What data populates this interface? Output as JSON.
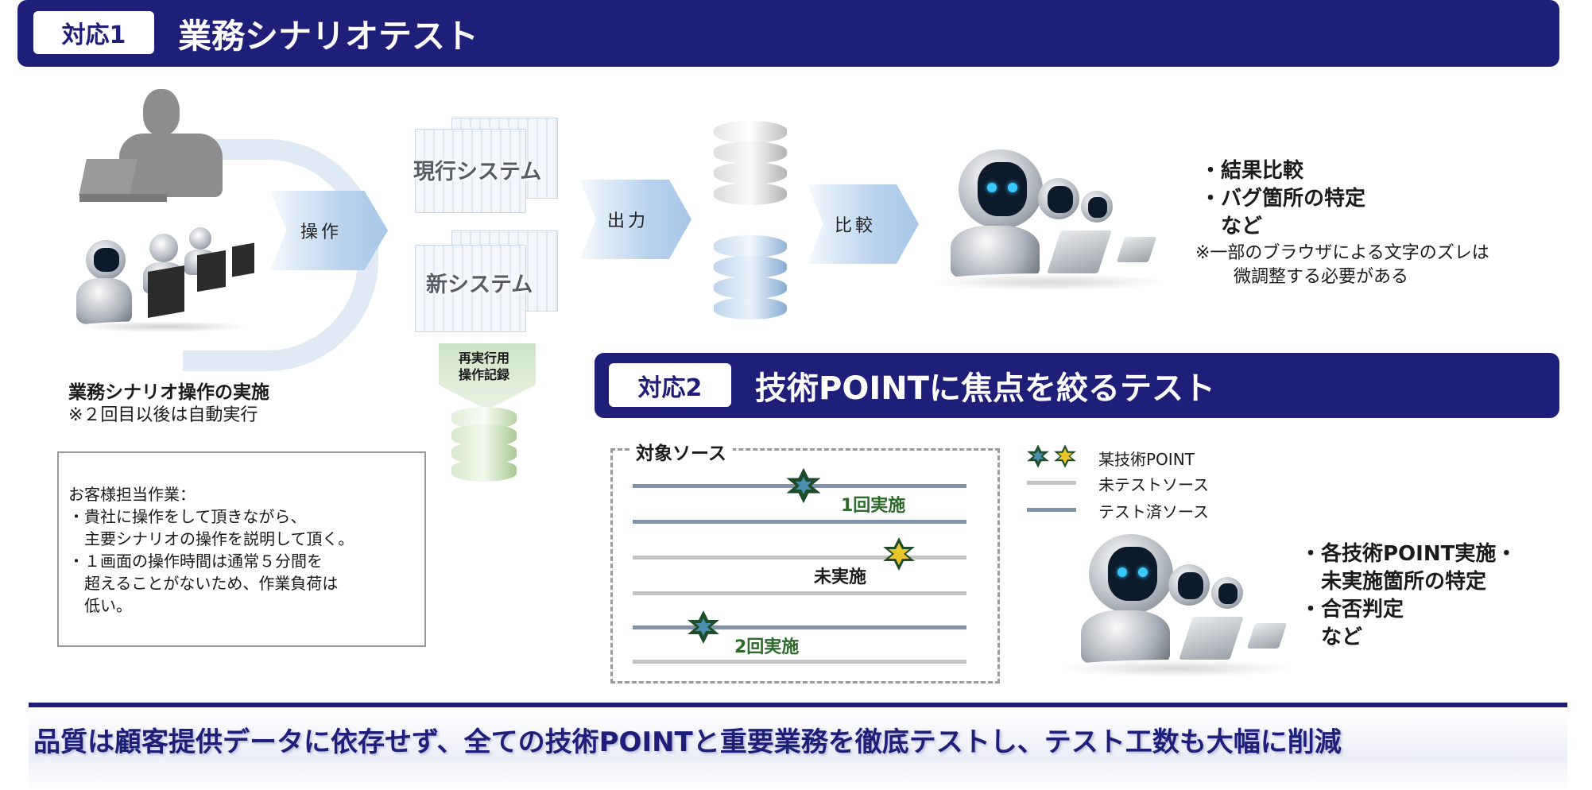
{
  "section1": {
    "badge": "対応1",
    "title": "業務シナリオテスト",
    "arrows": {
      "operate": "操作",
      "output": "出力",
      "compare": "比較"
    },
    "servers": {
      "current": "現行システム",
      "new": "新システム"
    },
    "record_label": {
      "line1": "再実行用",
      "line2": "操作記録"
    },
    "scenario": {
      "title": "業務シナリオ操作の実施",
      "note": "※２回目以後は自動実行"
    },
    "customer_box": {
      "lines": [
        "お客様担当作業：",
        "・貴社に操作をして頂きながら、",
        "　主要シナリオの操作を説明して頂く。",
        "・１画面の操作時間は通常５分間を",
        "　超えることがないため、作業負荷は",
        "　低い。"
      ]
    },
    "results": {
      "items": [
        "・結果比較",
        "・バグ箇所の特定",
        "　など"
      ],
      "note1": "※一部のブラウザによる文字のズレは",
      "note2": "微調整する必要がある"
    }
  },
  "section2": {
    "badge": "対応2",
    "title": "技術POINTに焦点を絞るテスト",
    "source_title": "対象ソース",
    "labels": {
      "first": "1回実施",
      "notdone": "未実施",
      "second": "2回実施"
    },
    "legend": {
      "point": "某技術POINT",
      "untested": "未テストソース",
      "tested": "テスト済ソース"
    },
    "results": {
      "items": [
        "・各技術POINT実施・",
        "　未実施箇所の特定",
        "・合否判定",
        "　など"
      ]
    }
  },
  "footer": {
    "message": "品質は顧客提供データに依存せず、全ての技術POINTと重要業務を徹底テストし、テスト工数も大幅に削減"
  },
  "colors": {
    "navy": "#1f1f7a",
    "tested_line": "#7f94aa",
    "untested_line": "#c4c4c4",
    "point_star_dark": "#2d6a4f",
    "point_star_yellow": "#e8c62a",
    "label_green": "#2d6b2b"
  }
}
